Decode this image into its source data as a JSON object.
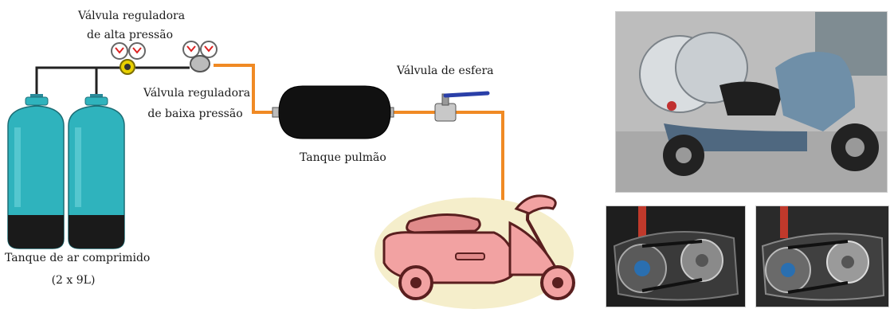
{
  "labels": {
    "high_pressure_regulator_line1": "Válvula reguladora",
    "high_pressure_regulator_line2": "de alta pressão",
    "low_pressure_regulator_line1": "Válvula reguladora",
    "low_pressure_regulator_line2": "de baixa pressão",
    "ball_valve": "Válvula de esfera",
    "buffer_tank": "Tanque pulmão",
    "air_tank_line1": "Tanque de ar comprimido",
    "air_tank_line2": "(2 x 9L)"
  },
  "colors": {
    "cylinder_body": "#2fb3bd",
    "cylinder_bottom": "#1a1a1a",
    "pipe_air": "#222222",
    "pipe_orange": "#f08a24",
    "scooter_body": "#f2a2a2",
    "scooter_outline": "#5a1f1f",
    "valve_handle": "#2a3fa8",
    "gauge_yellow": "#e8d000"
  },
  "icons": {
    "cylinders": "compressed-air-cylinder-icon",
    "regulator_high": "pressure-regulator-icon",
    "regulator_low": "pressure-regulator-icon",
    "buffer_tank": "buffer-tank-icon",
    "ball_valve": "ball-valve-icon",
    "scooter": "scooter-icon"
  },
  "photos": {
    "top": "photo-scooter-with-air-tanks",
    "bottom_left": "photo-transmission-closeup-1",
    "bottom_right": "photo-transmission-closeup-2"
  }
}
